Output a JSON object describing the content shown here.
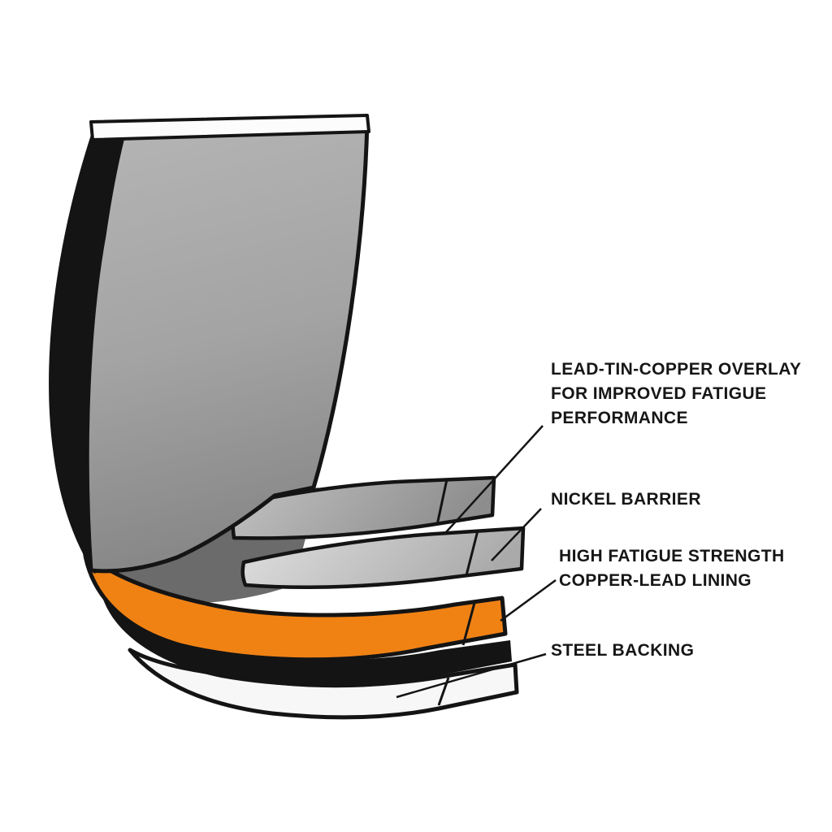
{
  "diagram": {
    "type": "technical-illustration",
    "subject": "Engine bearing shell cutaway showing material layers",
    "background": "#ffffff",
    "colors": {
      "outline": "#141414",
      "shell_gray": "#a4a4a4",
      "overlay_flange_gray": "#9e9e9e",
      "nickel_gray": "#cfcfcf",
      "copper_lead_orange": "#f08214",
      "steel_white": "#f7f7f7",
      "interior_shadow_gray": "#6b6b6b",
      "label_text": "#161616"
    },
    "labels": [
      {
        "id": "overlay",
        "lines": [
          "LEAD-TIN-COPPER OVERLAY",
          "FOR IMPROVED FATIGUE",
          "PERFORMANCE"
        ]
      },
      {
        "id": "nickel",
        "lines": [
          "NICKEL BARRIER"
        ]
      },
      {
        "id": "copper_lead",
        "lines": [
          "HIGH FATIGUE STRENGTH",
          "COPPER-LEAD LINING"
        ]
      },
      {
        "id": "steel",
        "lines": [
          "STEEL BACKING"
        ]
      }
    ]
  }
}
